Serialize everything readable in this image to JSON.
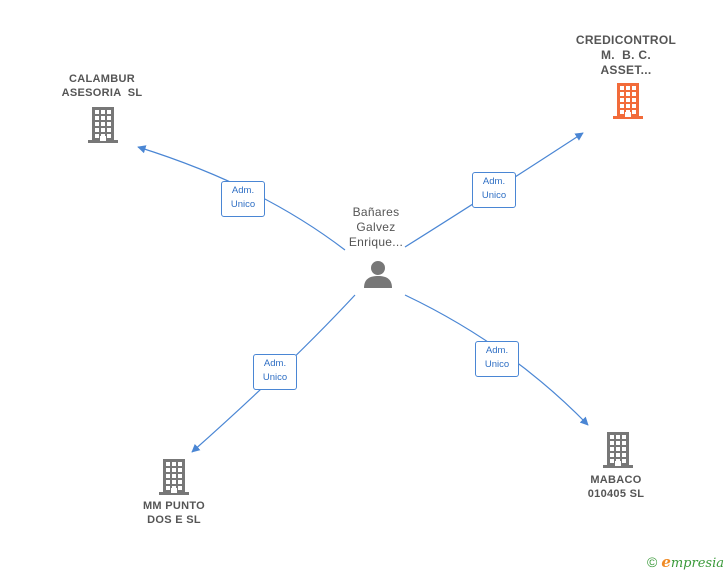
{
  "center": {
    "name_lines": [
      "Bañares",
      "Galvez",
      "Enrique..."
    ],
    "icon": "person-icon"
  },
  "companies": [
    {
      "id": "calambur",
      "name_lines": [
        "CALAMBUR",
        "ASESORIA  SL"
      ],
      "icon": "building-icon",
      "color": "#777777"
    },
    {
      "id": "credicontrol",
      "name_lines": [
        "CREDICONTROL",
        "M.  B. C.",
        "ASSET..."
      ],
      "icon": "building-icon",
      "color": "#f26b3a"
    },
    {
      "id": "mm-punto",
      "name_lines": [
        "MM PUNTO",
        "DOS E SL"
      ],
      "icon": "building-icon",
      "color": "#777777"
    },
    {
      "id": "mabaco",
      "name_lines": [
        "MABACO",
        "010405 SL"
      ],
      "icon": "building-icon",
      "color": "#777777"
    }
  ],
  "edges": [
    {
      "to": "calambur",
      "label_lines": [
        "Adm.",
        "Unico"
      ]
    },
    {
      "to": "credicontrol",
      "label_lines": [
        "Adm.",
        "Unico"
      ]
    },
    {
      "to": "mm-punto",
      "label_lines": [
        "Adm.",
        "Unico"
      ]
    },
    {
      "to": "mabaco",
      "label_lines": [
        "Adm.",
        "Unico"
      ]
    }
  ],
  "colors": {
    "edge": "#4a86d4",
    "building_default": "#777777",
    "building_highlight": "#f26b3a",
    "person": "#777777"
  },
  "footer": {
    "copyright_symbol": "©",
    "brand_initial": "e",
    "brand_rest": "mpresia"
  }
}
